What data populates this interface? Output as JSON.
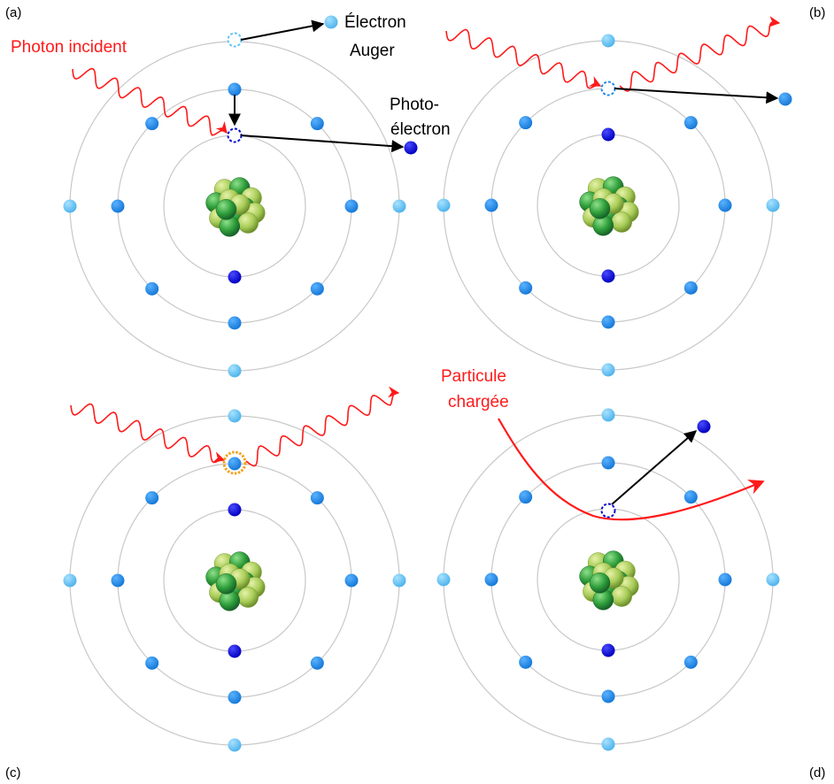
{
  "panels": [
    {
      "tag": "(a)"
    },
    {
      "tag": "(b)"
    },
    {
      "tag": "(c)"
    },
    {
      "tag": "(d)"
    }
  ],
  "labels": {
    "incident_photon": "Photon incident",
    "auger_line1": "Électron",
    "auger_line2": "Auger",
    "photo_line1": "Photo-",
    "photo_line2": "électron",
    "charged_line1": "Particule",
    "charged_line2": "chargée"
  },
  "colors": {
    "orbit": "#c8c8c8",
    "inner_electron": "#0a0ad2",
    "middle_electron": "#1e8ceb",
    "outer_electron": "#64c3f5",
    "photon": "#ff1a1a",
    "arrow": "#000000",
    "excited_ring": "#f5a21e",
    "nucleus_dark": "#2e9e3a",
    "nucleus_light": "#a8cc58"
  },
  "icons": {
    "nucleus": "nucleus-icon",
    "vacancy": "vacancy-dashed-circle-icon",
    "electron": "electron-dot-icon"
  }
}
